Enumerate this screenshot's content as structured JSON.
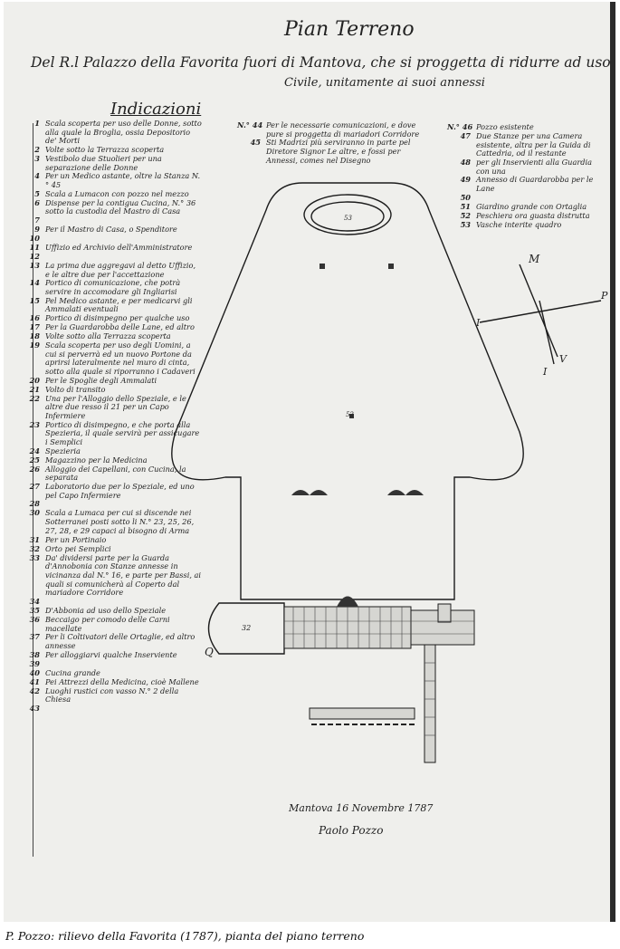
{
  "header": {
    "title": "Pian Terreno",
    "subtitle": "Del R.l Palazzo della Favorita fuori di Mantova, che si proggetta di ridurre ad uso di uno Spedale",
    "subtitle2": "Civile, unitamente ai suoi annessi",
    "indications_heading": "Indicazioni"
  },
  "legend_left": [
    {
      "n": "1",
      "t": "Scala scoperta per uso delle Donne, sotto alla quale la Broglia, ossia Depositorio de' Morti"
    },
    {
      "n": "2",
      "t": "Volte sotto la Terrazza scoperta"
    },
    {
      "n": "3",
      "t": "Vestibolo due Stuolieri per una separazione delle Donne"
    },
    {
      "n": "4",
      "t": "Per un Medico astante, oltre la Stanza N.° 45"
    },
    {
      "n": "5",
      "t": "Scala a Lumacon con pozzo nel mezzo"
    },
    {
      "n": "6",
      "t": "Dispense per la contigua Cucina, N.° 36 sotto la custodia del Mastro di Casa"
    },
    {
      "n": "7",
      "t": ""
    },
    {
      "n": "9",
      "t": "Per il Mastro di Casa, o Spenditore"
    },
    {
      "n": "10",
      "t": ""
    },
    {
      "n": "11",
      "t": "Uffizio ed Archivio dell'Amministratore"
    },
    {
      "n": "12",
      "t": ""
    },
    {
      "n": "13",
      "t": "La prima due aggregavi al detto Uffizio, e le altre due per l'accettazione"
    },
    {
      "n": "14",
      "t": "Portico di comunicazione, che potrà servire in accomodare gli Ingliarisi"
    },
    {
      "n": "15",
      "t": "Pel Medico astante, e per medicarvi gli Ammalati eventuali"
    },
    {
      "n": "16",
      "t": "Portico di disimpegno per qualche uso"
    },
    {
      "n": "17",
      "t": "Per la Guardarobba delle Lane, ed altro"
    },
    {
      "n": "18",
      "t": "Volte sotto alla Terrazza scoperta"
    },
    {
      "n": "19",
      "t": "Scala scoperta per uso degli Uomini, a cui si perverrà ed un nuovo Portone da aprirsi lateralmente nel muro di cinta, sotto alla quale si riporranno i Cadaveri"
    },
    {
      "n": "20",
      "t": "Per le Spoglie degli Ammalati"
    },
    {
      "n": "21",
      "t": "Volto di transito"
    },
    {
      "n": "22",
      "t": "Una per l'Alloggio dello Speziale, e le altre due resso il 21 per un Capo Infermiere"
    },
    {
      "n": "23",
      "t": "Portico di disimpegno, e che porta alla Spezieria, il quale servirà per assicugare i Semplici"
    },
    {
      "n": "24",
      "t": "Spezieria"
    },
    {
      "n": "25",
      "t": "Magazzino per la Medicina"
    },
    {
      "n": "26",
      "t": "Alloggio dei Capellani, con Cucina, la separata"
    },
    {
      "n": "27",
      "t": "Laboratorio due per lo Speziale, ed uno pel Capo Infermiere"
    },
    {
      "n": "28",
      "t": ""
    },
    {
      "n": "30",
      "t": "Scala a Lumaca per cui si discende nei Sotterranei posti sotto li N.° 23, 25, 26, 27, 28, e 29 capaci al bisogno di Arma"
    },
    {
      "n": "31",
      "t": "Per un Portinaio"
    },
    {
      "n": "32",
      "t": "Orto pei Semplici"
    },
    {
      "n": "33",
      "t": "Da' dividersi parte per la Guarda d'Annobonia con Stanze annesse in vicinanza dal N.° 16, e parte per Bassi, ai quali si comunicherà al Coperto dal mariadore Corridore"
    },
    {
      "n": "34",
      "t": ""
    },
    {
      "n": "35",
      "t": "D'Abbonia ad uso dello Speziale"
    },
    {
      "n": "36",
      "t": "Beccaigo per comodo delle Carni macellate"
    },
    {
      "n": "37",
      "t": "Per li Coltivatori delle Ortaglie, ed altro annesse"
    },
    {
      "n": "38",
      "t": "Per alloggiarvi qualche Inserviente"
    },
    {
      "n": "39",
      "t": ""
    },
    {
      "n": "40",
      "t": "Cucina grande"
    },
    {
      "n": "41",
      "t": "Pei Attrezzi della Medicina, cioè Mallene"
    },
    {
      "n": "42",
      "t": "Luoghi rustici con vasso N.° 2 della Chiesa"
    },
    {
      "n": "43",
      "t": ""
    }
  ],
  "legend_mid": [
    {
      "n": "N.° 44",
      "t": "Per le necessarie comunicazioni, e dove pure si proggetta di mariadori Corridore"
    },
    {
      "n": "45",
      "t": "Sti Madrizi più serviranno in parte pel Diretore Signor Le altre, e fossi per Annessi, comes nel Disegno"
    }
  ],
  "legend_right": [
    {
      "n": "N.° 46",
      "t": "Pozzo esistente"
    },
    {
      "n": "47",
      "t": "Due Stanze per una Camera esistente, altra per la Guida di Cattedria, od il restante"
    },
    {
      "n": "48",
      "t": "per gli Inservienti alla Guardia con una"
    },
    {
      "n": "49",
      "t": "Annesso di Guardarobba per le Lane"
    },
    {
      "n": "50",
      "t": ""
    },
    {
      "n": "51",
      "t": "Giardino grande con Ortaglia"
    },
    {
      "n": "52",
      "t": "Peschiera ora guasta distrutta"
    },
    {
      "n": "53",
      "t": "Vasche interite quadro"
    }
  ],
  "plan": {
    "oval_label": "53",
    "court_label": "52",
    "garden_label": "32",
    "letter_q": "Q",
    "compass": {
      "m": "M",
      "p": "P",
      "i1": "I",
      "i2": "I",
      "v": "V"
    }
  },
  "footer": {
    "date": "Mantova 16 Novembre 1787",
    "signature": "Paolo Pozzo"
  },
  "caption": "P. Pozzo: rilievo della Favorita (1787), pianta del piano terreno",
  "colors": {
    "ink": "#1c1c1c",
    "paper": "#efefec",
    "border": "#2b2b2b"
  }
}
